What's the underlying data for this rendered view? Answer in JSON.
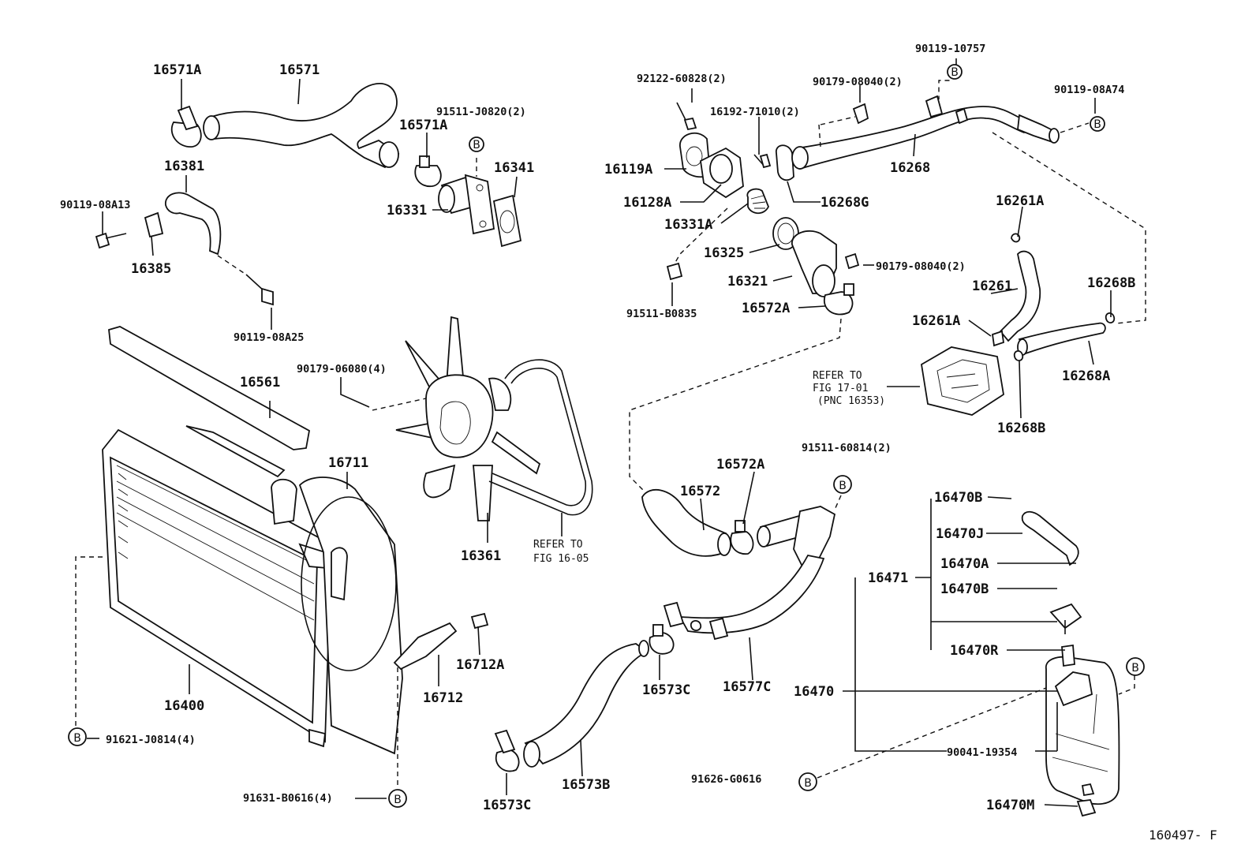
{
  "diagram_id": "160497- F",
  "labels": {
    "p16571A": "16571A",
    "p16571": "16571",
    "p91511J0820": "91511-J0820(2)",
    "p16571A_2": "16571A",
    "p16341": "16341",
    "p16381": "16381",
    "p16331": "16331",
    "p9011908A13": "90119-08A13",
    "p16385": "16385",
    "p9011908A25": "90119-08A25",
    "p16561": "16561",
    "p9017906080": "90179-06080(4)",
    "p16711": "16711",
    "p16361": "16361",
    "p16400": "16400",
    "p16712A": "16712A",
    "p16712": "16712",
    "p91621J0814": "91621-J0814(4)",
    "p91631B0616": "91631-B0616(4)",
    "p9212260828": "92122-60828(2)",
    "p9011910757": "90119-10757",
    "p9017908040": "90179-08040(2)",
    "p9011908A74": "90119-08A74",
    "p1619271010": "16192-71010(2)",
    "p16119A": "16119A",
    "p16268": "16268",
    "p16128A": "16128A",
    "p16268G": "16268G",
    "p16331A": "16331A",
    "p16261A": "16261A",
    "p16325": "16325",
    "p9017908040_2": "90179-08040(2)",
    "p16268B": "16268B",
    "p16321": "16321",
    "p16261": "16261",
    "p91511B0835": "91511-B0835",
    "p16572A": "16572A",
    "p16261A_2": "16261A",
    "p16268A": "16268A",
    "p16268B_2": "16268B",
    "p9151160814": "91511-60814(2)",
    "p16572A_2": "16572A",
    "p16572": "16572",
    "p16470B": "16470B",
    "p16470J": "16470J",
    "p16470A": "16470A",
    "p16471": "16471",
    "p16470B_2": "16470B",
    "p16470R": "16470R",
    "p16573C": "16573C",
    "p16577C": "16577C",
    "p16470": "16470",
    "p16573B": "16573B",
    "p16573C_2": "16573C",
    "p9004119354": "90041-19354",
    "p91626G0616": "91626-G0616",
    "p16470M": "16470M"
  },
  "refer_notes": {
    "fig1605": [
      "REFER TO",
      "FIG 16-05"
    ],
    "fig1701": [
      "REFER TO",
      "FIG 17-01",
      "(PNC 16353)"
    ]
  },
  "bolt_marker": "B"
}
